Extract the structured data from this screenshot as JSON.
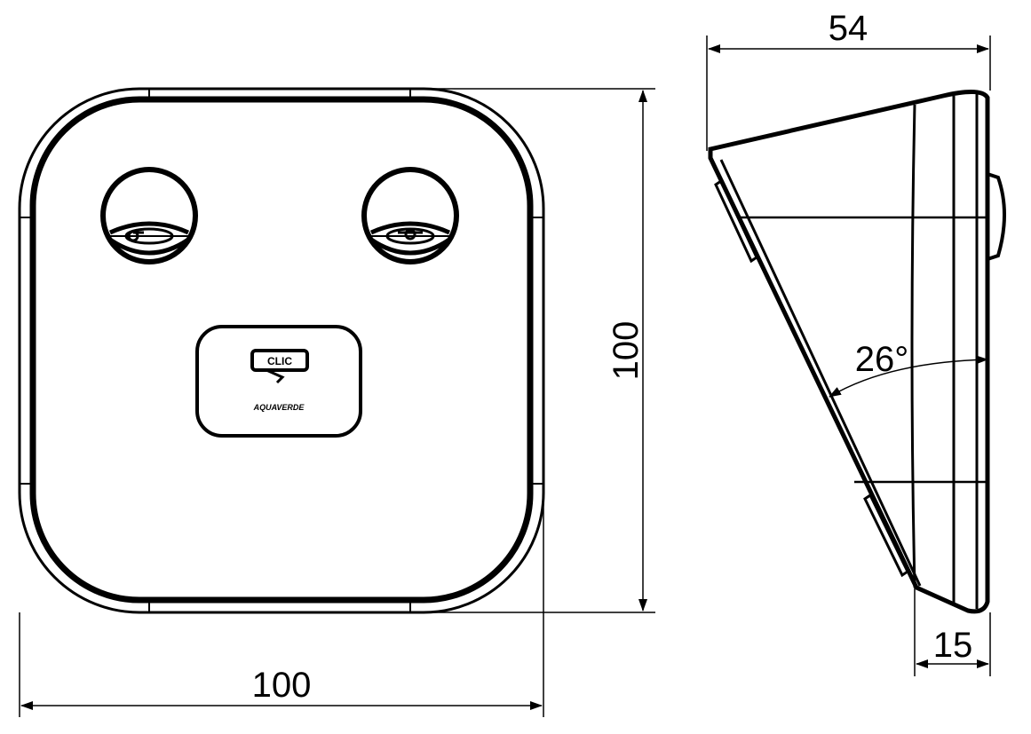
{
  "drawing": {
    "front_view": {
      "width_label": "100",
      "height_label": "100",
      "badge_logo": "CLIC",
      "badge_brand": "AQUAVERDE"
    },
    "side_view": {
      "depth_label": "54",
      "base_label": "15",
      "angle_label": "26°"
    },
    "colors": {
      "line": "#000000",
      "background": "#ffffff"
    }
  }
}
